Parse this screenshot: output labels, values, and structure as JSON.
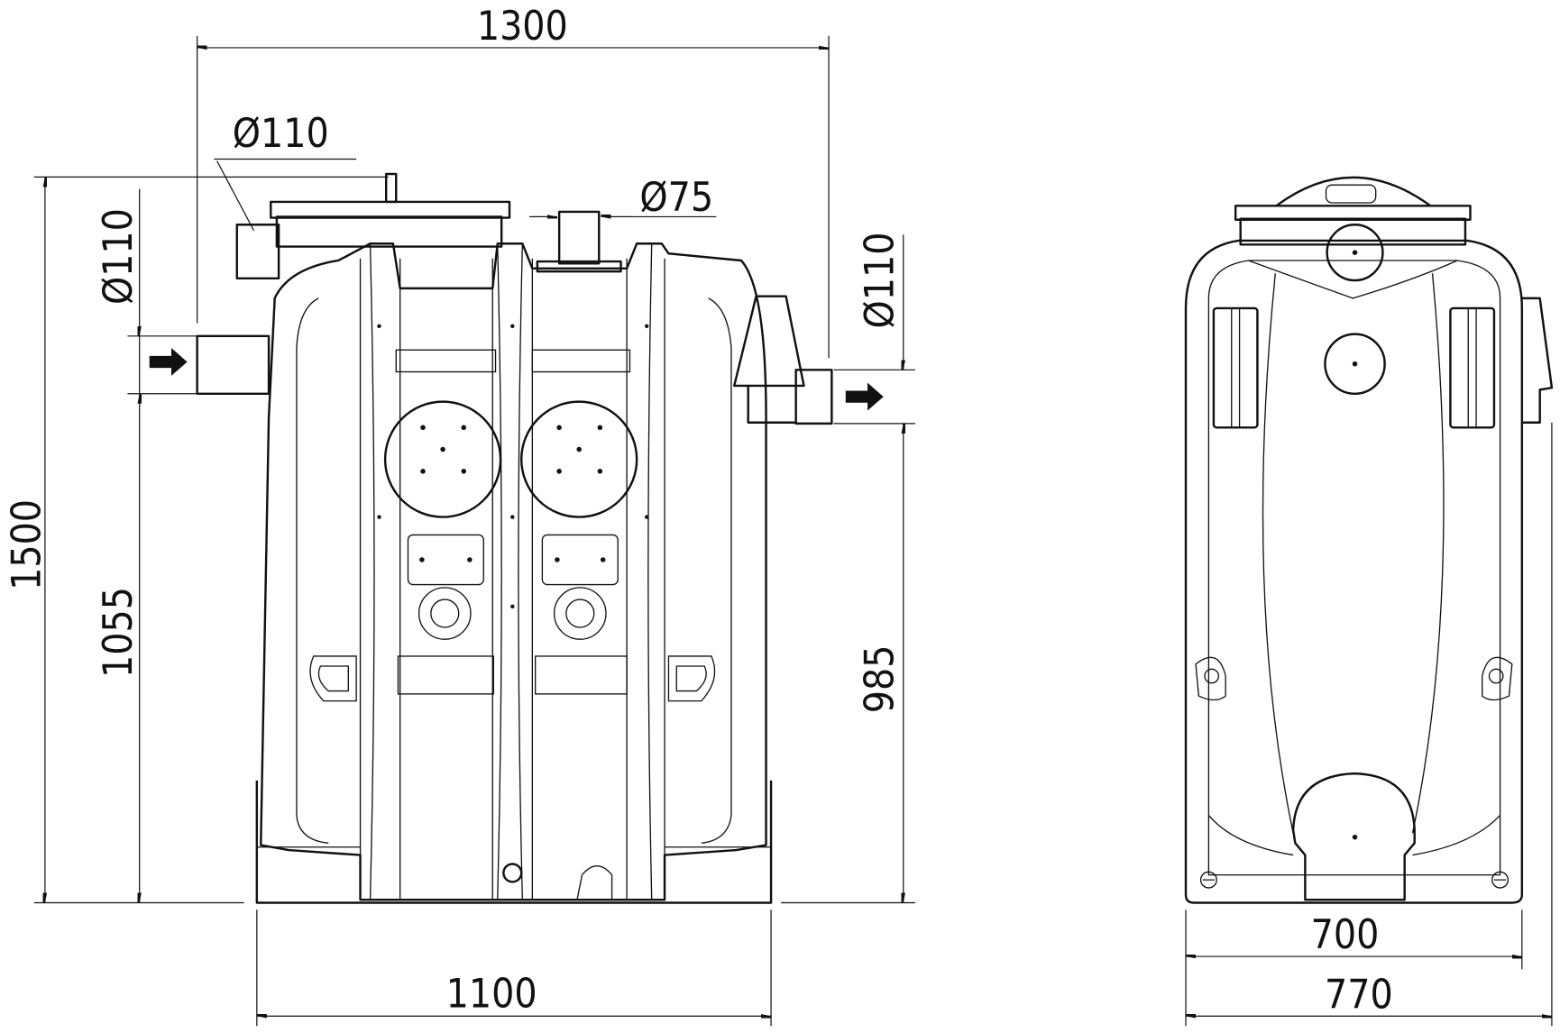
{
  "drawing": {
    "front_view": {
      "width_overall": "1300",
      "inlet_diameter_top": "Ø110",
      "inlet_diameter_side": "Ø110",
      "vent_diameter": "Ø75",
      "outlet_diameter": "Ø110",
      "height_total": "1500",
      "inlet_height": "1055",
      "outlet_height": "985",
      "base_width": "1100"
    },
    "side_view": {
      "inner_width": "700",
      "outer_width": "770"
    },
    "colors": {
      "line": "#111111",
      "background": "#ffffff"
    }
  }
}
